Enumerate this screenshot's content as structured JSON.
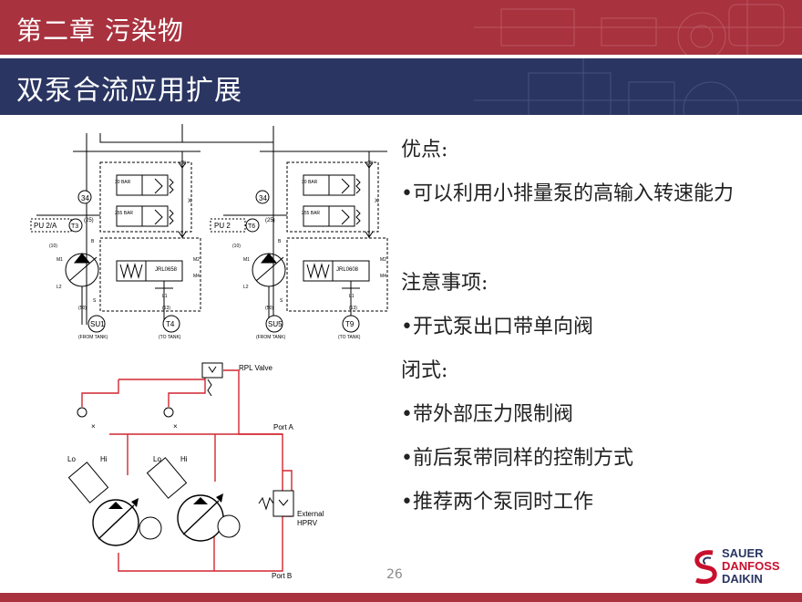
{
  "header": {
    "chapter_title": "第二章  污染物",
    "slide_title": "双泵合流应用扩展"
  },
  "content": {
    "lines": [
      "优点:",
      "•可以利用小排量泵的高输入转速能力",
      "注意事项:",
      "•开式泵出口带单向阀",
      "闭式:",
      "•带外部压力限制阀",
      "•前后泵带同样的控制方式",
      "•推荐两个泵同时工作"
    ]
  },
  "diagram_top": {
    "unit_left": {
      "port_label": "PU 2/A",
      "port_number": "T3",
      "valve_code": "JRL0658",
      "suction_id": "SU1",
      "suction_note": "(FROM TANK)",
      "tank_id": "T4",
      "tank_note": "(TO TANK)"
    },
    "unit_right": {
      "port_label": "PU 2",
      "port_number": "T6",
      "valve_code": "JRL0608",
      "suction_id": "SU5",
      "suction_note": "(FROM TANK)",
      "tank_id": "T9",
      "tank_note": "(TO TANK)"
    },
    "labels": {
      "circle_34": "34",
      "code_25": "(25)",
      "code_10": "(10)",
      "code_6": "(6)",
      "code_50": "(50)",
      "code_13": "(13)",
      "bar_30": "30 BAR",
      "bar_255": "255 BAR",
      "m1": "M1",
      "m2": "M2",
      "m4": "M4",
      "l1": "L1",
      "l2": "L2",
      "b": "B",
      "s": "S",
      "x": "X"
    }
  },
  "diagram_bottom": {
    "rpl_valve": "RPL Valve",
    "port_a": "Port A",
    "port_b": "Port B",
    "external_line1": "External",
    "external_line2": "HPRV",
    "lo": "Lo",
    "hi": "Hi"
  },
  "footer": {
    "page_number": "26",
    "logo_line1": "SAUER",
    "logo_line2": "DANFOSS",
    "logo_line3": "DAIKIN"
  },
  "colors": {
    "red_band": "#a8323e",
    "navy_band": "#2a3562",
    "circuit_red": "#d22630"
  }
}
